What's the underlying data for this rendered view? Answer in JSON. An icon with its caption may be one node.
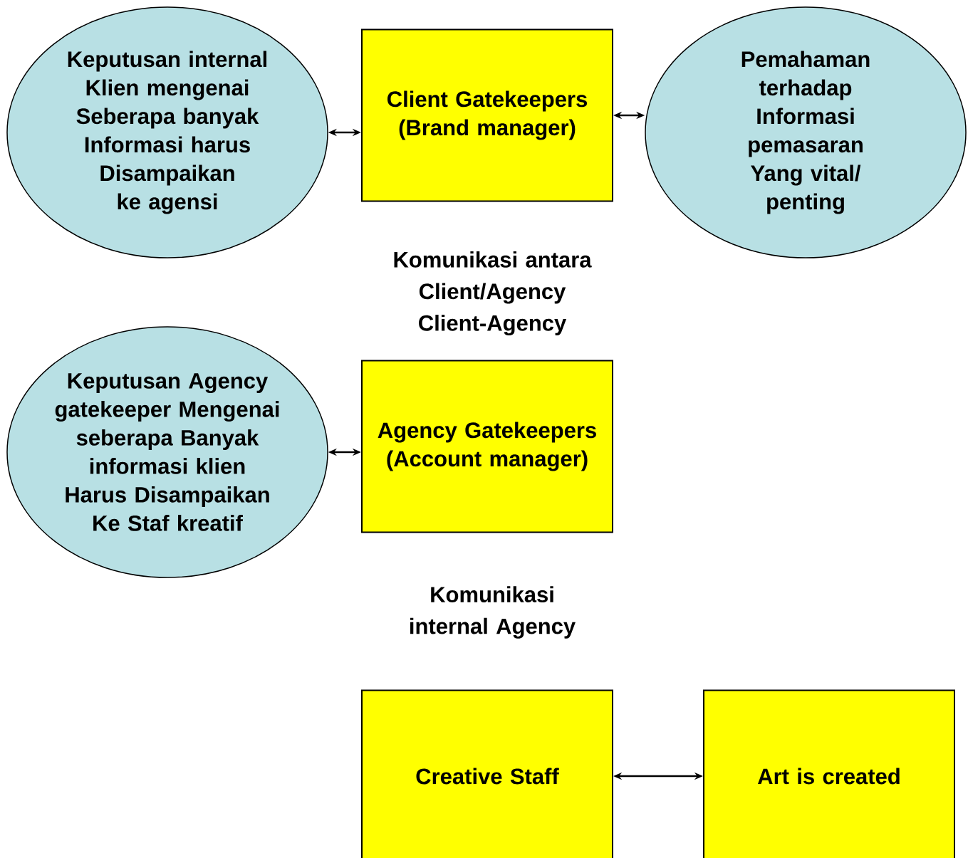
{
  "diagram": {
    "nodes": [
      {
        "text": [
          "Keputusan internal Klien mengenai Seberapa banyak Informasi harus Disampaikan ke agensi"
        ]
      },
      {
        "text": [
          "Client Gatekeepers (Brand manager)"
        ]
      },
      {
        "text": [
          "Pemahaman terhadap Informasi pemasaran Yang vital/ penting"
        ]
      },
      {
        "text": [
          "Keputusan Agency gatekeeper Mengenai seberapa Banyak informasi klien Harus Disampaikan Ke Staf kreatif"
        ]
      },
      {
        "text": [
          "Agency Gatekeepers (Account manager)"
        ]
      },
      {
        "text": [
          "Creative Staff"
        ]
      },
      {
        "text": [
          "Art is created"
        ]
      }
    ],
    "edges": [
      {
        "from": 0,
        "to": 1,
        "arrow": "both"
      },
      {
        "from": 1,
        "to": 2,
        "arrow": "both"
      },
      {
        "from": 3,
        "to": 4,
        "arrow": "both"
      },
      {
        "from": 5,
        "to": 6,
        "arrow": "both"
      }
    ],
    "labels": [
      "Komunikasi antara Client/Agency Client-Agency",
      "Komunikasi internal Agency"
    ]
  }
}
